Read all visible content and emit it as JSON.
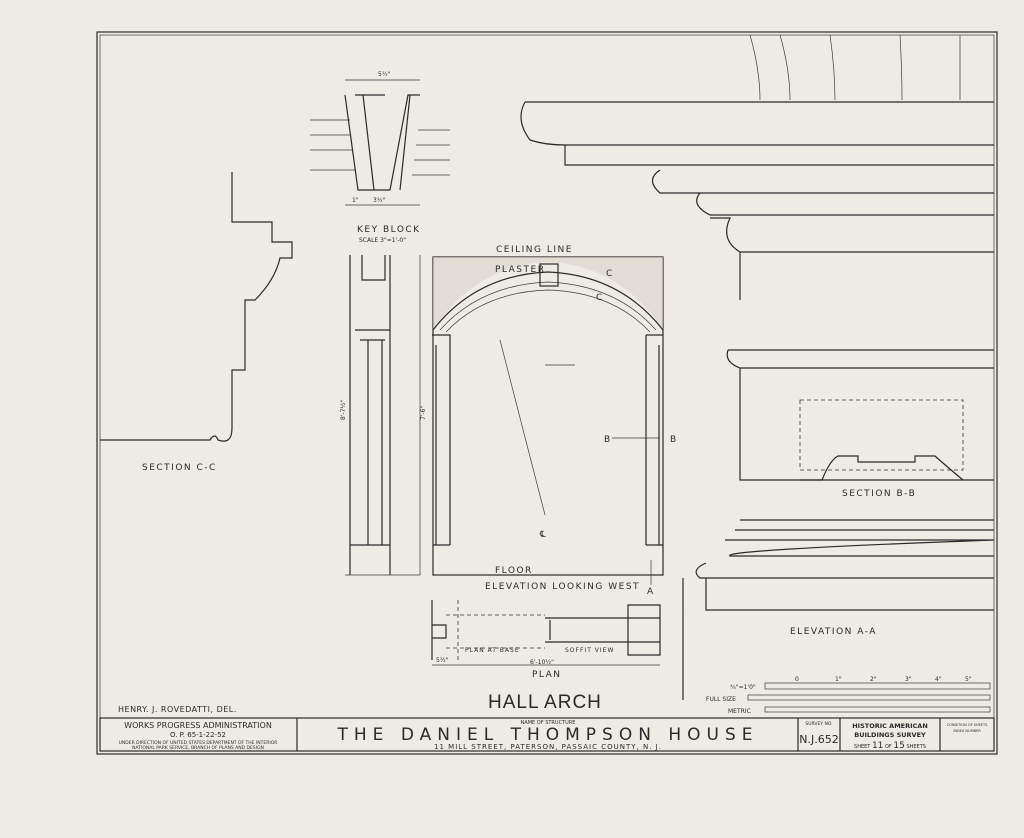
{
  "drawing": {
    "title": "HALL ARCH",
    "delineator": "HENRY. J. ROVEDATTI, DEL.",
    "key_block": {
      "label": "KEY BLOCK",
      "scale": "SCALE 3\"=1'-0\"",
      "dim_top": "5½\"",
      "dim_bottom": "3½\"",
      "dim_side": "1\""
    },
    "section_cc": "SECTION C-C",
    "elevation_west": {
      "label": "ELEVATION LOOKING WEST",
      "ceiling": "CEILING LINE",
      "plaster": "PLASTER",
      "floor": "FLOOR",
      "marker_c": "C",
      "marker_a": "A",
      "marker_b": "B",
      "cl": "℄",
      "dim_height": "7'-6\"",
      "dim_total": "8'-7½\""
    },
    "plan": {
      "label": "PLAN",
      "at_base": "PLAN AT BASE",
      "soffit": "SOFFIT VIEW",
      "width": "6'-10½\"",
      "base_dim": "5½\""
    },
    "elevation_aa": "ELEVATION A-A",
    "section_bb": "SECTION B-B",
    "scales": {
      "quarter": "¾\"=1'0\"",
      "full": "FULL SIZE",
      "metric": "METRIC",
      "ticks": [
        "0",
        "1\"",
        "2\"",
        "3\"",
        "4\"",
        "5\""
      ]
    }
  },
  "title_block": {
    "agency": "WORKS PROGRESS ADMINISTRATION",
    "project": "O. P. 65-1-22-52",
    "direction_1": "UNDER DIRECTION OF UNITED STATES DEPARTMENT OF THE INTERIOR",
    "direction_2": "NATIONAL PARK SERVICE, BRANCH OF PLANS AND DESIGN",
    "name_label": "NAME OF STRUCTURE",
    "structure_name": "THE DANIEL THOMPSON HOUSE",
    "address": "11 MILL STREET, PATERSON, PASSAIC COUNTY, N. J.",
    "survey_label": "SURVEY NO.",
    "survey_no": "N.J.652",
    "habs_1": "HISTORIC AMERICAN",
    "habs_2": "BUILDINGS SURVEY",
    "sheet_prefix": "SHEET",
    "sheet_no": "11",
    "sheet_of": "OF",
    "sheet_total": "15",
    "sheet_suffix": "SHEETS",
    "index_1": "CONDITION OF SHEETS",
    "index_2": "INDEX NUMBER"
  }
}
